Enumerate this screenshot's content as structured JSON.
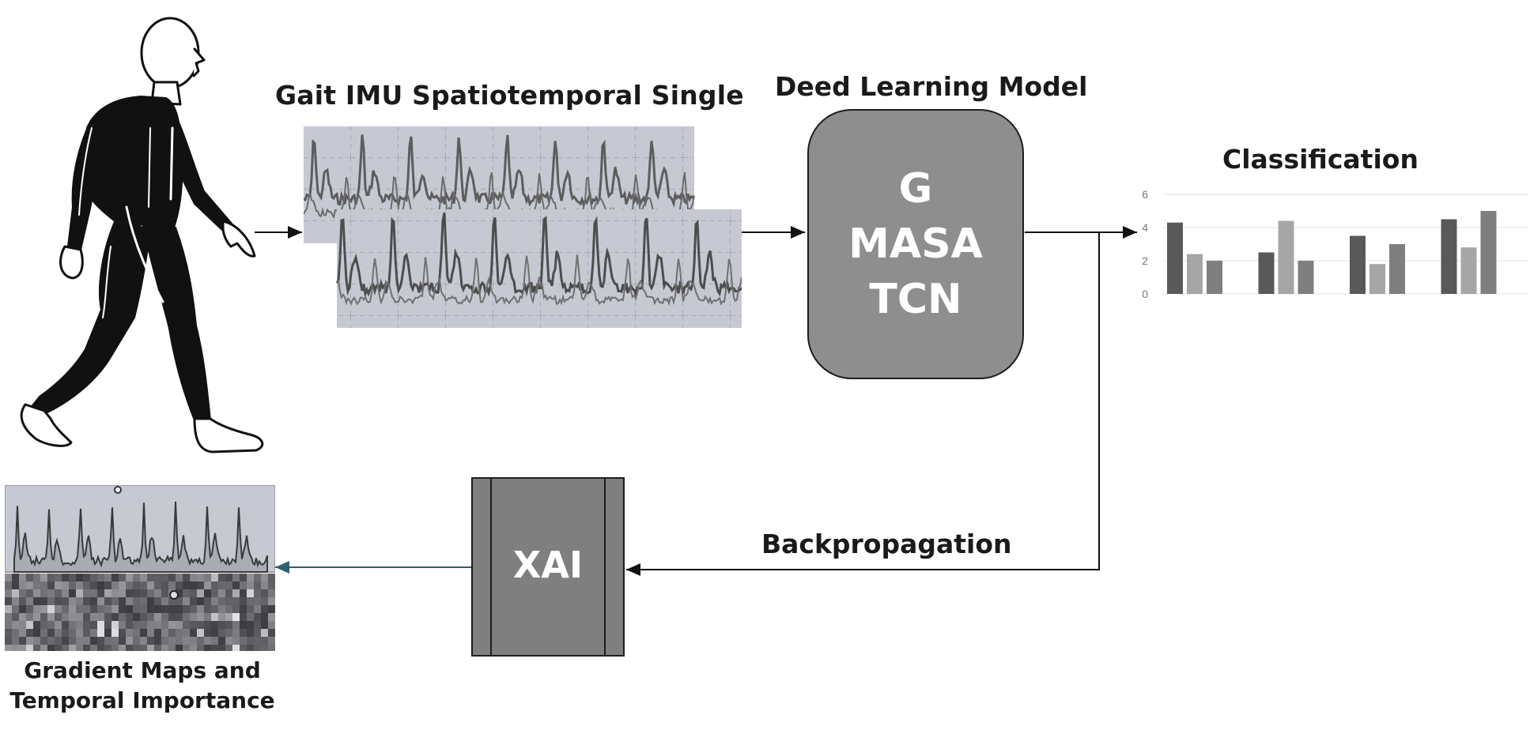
{
  "labels": {
    "signal_title": "Gait IMU Spatiotemporal Single",
    "model_title": "Deed Learning Model",
    "classification_title": "Classification",
    "backprop_label": "Backpropagation",
    "gradient_caption_line1": "Gradient Maps and",
    "gradient_caption_line2": "Temporal Importance",
    "xai_label": "XAI"
  },
  "model": {
    "lines": [
      "G",
      "MASA",
      "TCN"
    ]
  },
  "icons": {
    "walker": "walking-person-icon",
    "signal": "imu-signal-plot-icon",
    "gradient": "gradient-map-icon"
  },
  "colors": {
    "model_fill": "#8e8e8e",
    "xai_fill": "#7f7f7f",
    "feedback_arrow": "#2e5f6c",
    "bar_series": [
      "#595959",
      "#a6a6a6",
      "#7f7f7f"
    ],
    "signal_bg": "#c6c9d2"
  },
  "chart_data": {
    "type": "bar",
    "categories": [
      "",
      "",
      "",
      ""
    ],
    "series": [
      {
        "values": [
          4.3,
          2.5,
          3.5,
          4.5
        ]
      },
      {
        "values": [
          2.4,
          4.4,
          1.8,
          2.8
        ]
      },
      {
        "values": [
          2.0,
          2.0,
          3.0,
          5.0
        ]
      }
    ],
    "ylim": [
      0,
      6
    ],
    "yticks": [
      "0",
      "2",
      "4",
      "6"
    ],
    "grid": true,
    "legend": "none"
  }
}
